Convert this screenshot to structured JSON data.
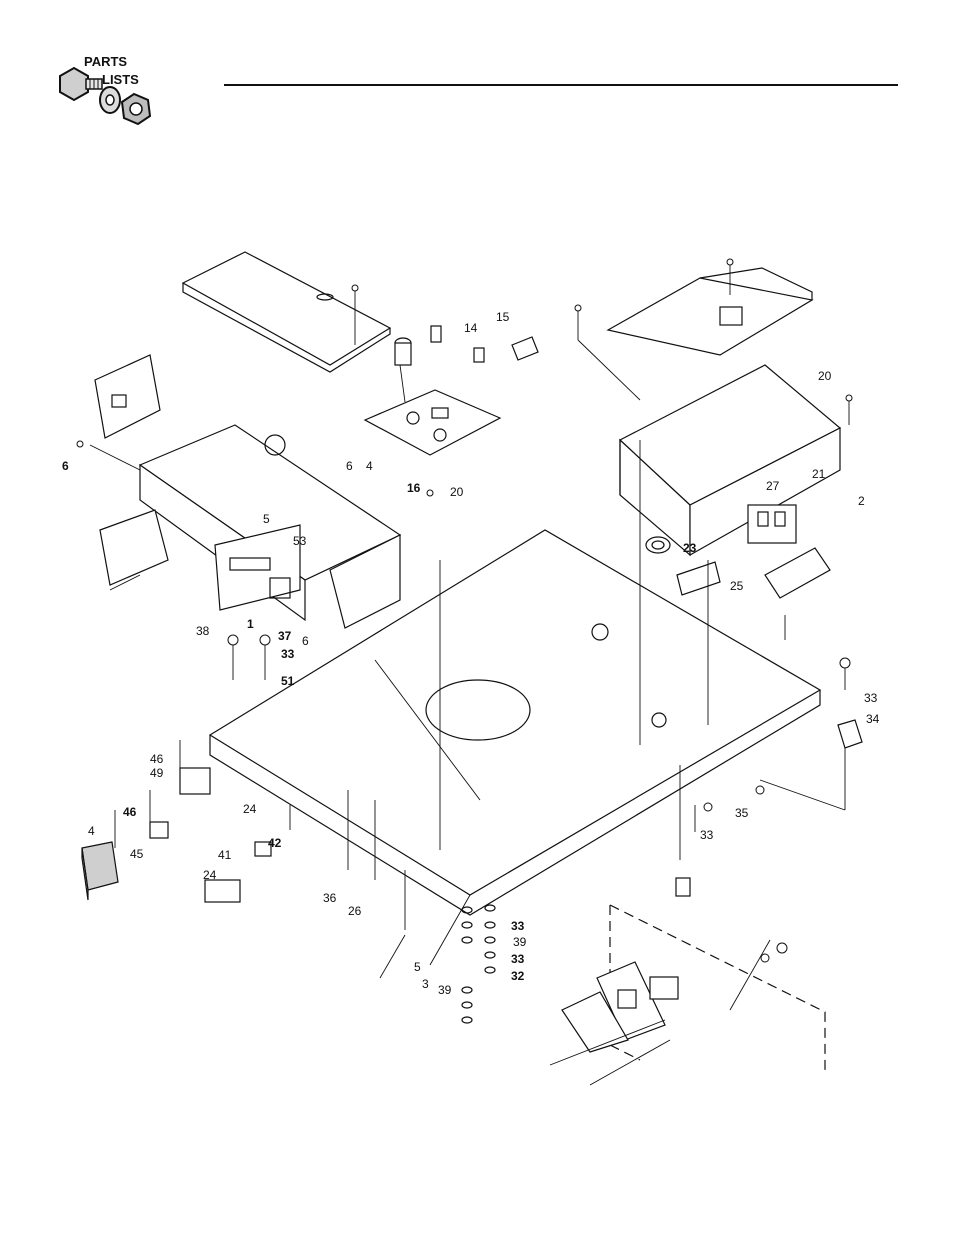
{
  "header": {
    "logo_line1": "PARTS",
    "logo_line2": "LISTS"
  },
  "callouts": [
    {
      "id": "c14",
      "text": "14"
    },
    {
      "id": "c15",
      "text": "15"
    },
    {
      "id": "c20a",
      "text": "20"
    },
    {
      "id": "c20b",
      "text": "20"
    },
    {
      "id": "c6a",
      "text": "6"
    },
    {
      "id": "c6b",
      "text": "6"
    },
    {
      "id": "c6c",
      "text": "6"
    },
    {
      "id": "c4a",
      "text": "4"
    },
    {
      "id": "c16",
      "text": "16"
    },
    {
      "id": "c5a",
      "text": "5"
    },
    {
      "id": "c53",
      "text": "53"
    },
    {
      "id": "c1",
      "text": "1"
    },
    {
      "id": "c27",
      "text": "27"
    },
    {
      "id": "c2",
      "text": "2"
    },
    {
      "id": "c21",
      "text": "21"
    },
    {
      "id": "c23",
      "text": "23"
    },
    {
      "id": "c25",
      "text": "25"
    },
    {
      "id": "c38",
      "text": "38"
    },
    {
      "id": "c37",
      "text": "37"
    },
    {
      "id": "c33a",
      "text": "33"
    },
    {
      "id": "c51",
      "text": "51"
    },
    {
      "id": "c33b",
      "text": "33"
    },
    {
      "id": "c34",
      "text": "34"
    },
    {
      "id": "c46a",
      "text": "46"
    },
    {
      "id": "c49",
      "text": "49"
    },
    {
      "id": "c46b",
      "text": "46"
    },
    {
      "id": "c4b",
      "text": "4"
    },
    {
      "id": "c45",
      "text": "45"
    },
    {
      "id": "c24a",
      "text": "24"
    },
    {
      "id": "c41",
      "text": "41"
    },
    {
      "id": "c42",
      "text": "42"
    },
    {
      "id": "c24b",
      "text": "24"
    },
    {
      "id": "c36",
      "text": "36"
    },
    {
      "id": "c26",
      "text": "26"
    },
    {
      "id": "c35",
      "text": "35"
    },
    {
      "id": "c33c",
      "text": "33"
    },
    {
      "id": "c33d",
      "text": "33"
    },
    {
      "id": "c39a",
      "text": "39"
    },
    {
      "id": "c33e",
      "text": "33"
    },
    {
      "id": "c32",
      "text": "32"
    },
    {
      "id": "c5b",
      "text": "5"
    },
    {
      "id": "c3",
      "text": "3"
    },
    {
      "id": "c39b",
      "text": "39"
    }
  ]
}
